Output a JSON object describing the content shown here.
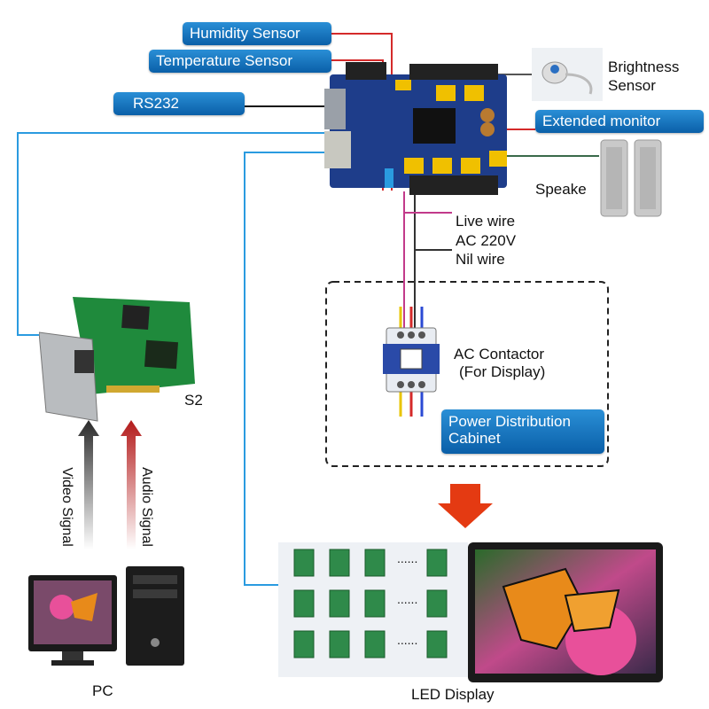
{
  "labels": {
    "humidity": "Humidity Sensor",
    "temperature": "Temperature Sensor",
    "rs232": "RS232",
    "brightness_l1": "Brightness",
    "brightness_l2": "Sensor",
    "extended": "Extended monitor",
    "speaker": "Speake",
    "live": "Live wire",
    "ac": "AC 220V",
    "nil": "Nil wire",
    "contactor_l1": "AC Contactor",
    "contactor_l2": "(For Display)",
    "cabinet_l1": "Power Distribution",
    "cabinet_l2": "Cabinet",
    "s2": "S2",
    "video": "Video Signal",
    "audio": "Audio Signal",
    "pc": "PC",
    "led": "LED Display",
    "dots": "......"
  },
  "colors": {
    "pill": "#1a78c2",
    "wire_blue": "#2a9be0",
    "wire_red": "#d42a2a",
    "wire_pink": "#c23a8a",
    "wire_green": "#3a6a4a",
    "arrow": "#e43a12",
    "board": "#1e3d8a",
    "card": "#1f8a3c"
  },
  "icons": [
    "multi-function-card-icon",
    "brightness-sensor-icon",
    "speaker-icon",
    "contactor-icon",
    "sending-card-icon",
    "pc-icon",
    "led-module-icon",
    "led-screen-icon",
    "down-arrow-icon"
  ]
}
